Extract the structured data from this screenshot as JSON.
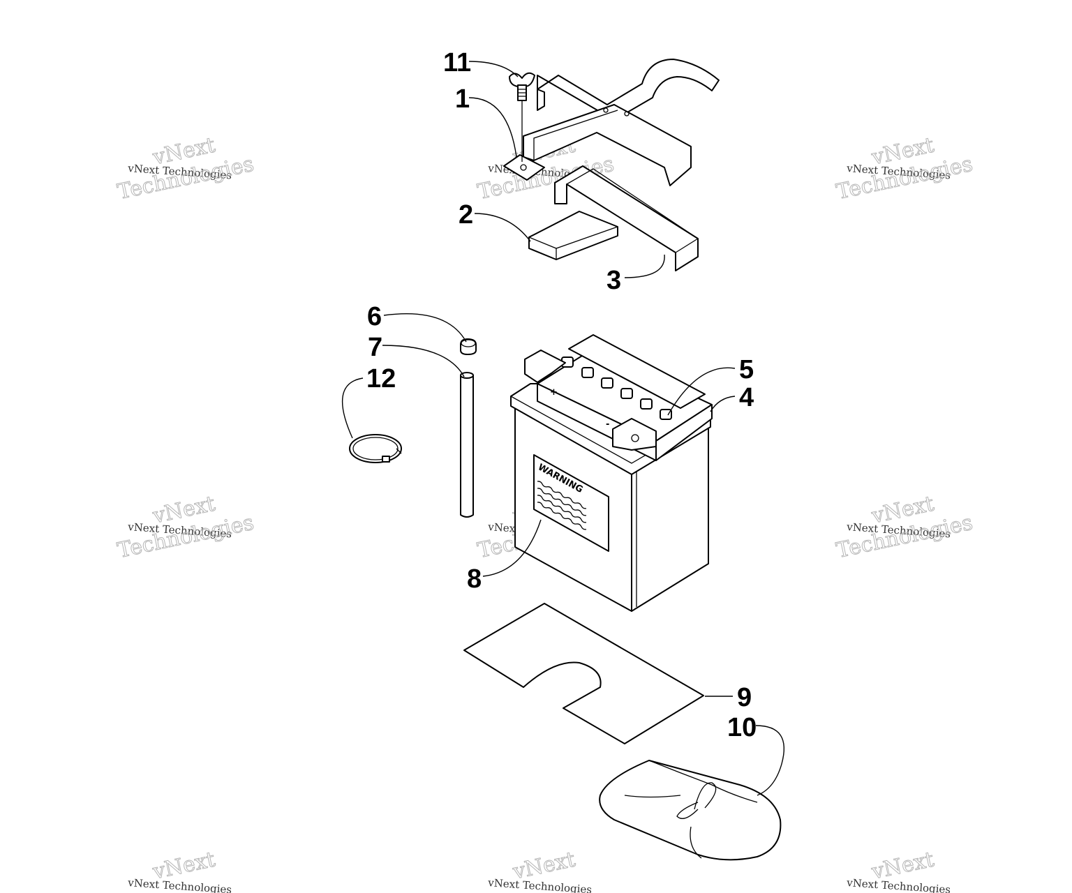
{
  "diagram": {
    "callouts": [
      {
        "id": "1",
        "label": "1"
      },
      {
        "id": "2",
        "label": "2"
      },
      {
        "id": "3",
        "label": "3"
      },
      {
        "id": "4",
        "label": "4"
      },
      {
        "id": "5",
        "label": "5"
      },
      {
        "id": "6",
        "label": "6"
      },
      {
        "id": "7",
        "label": "7"
      },
      {
        "id": "8",
        "label": "8"
      },
      {
        "id": "9",
        "label": "9"
      },
      {
        "id": "10",
        "label": "10"
      },
      {
        "id": "11",
        "label": "11"
      },
      {
        "id": "12",
        "label": "12"
      }
    ],
    "battery_label": {
      "title": "WARNING",
      "plus": "+",
      "minus": "-"
    },
    "watermark": {
      "small": "vNext Technologies",
      "big_top": "vNext",
      "big_bottom": "Technologies"
    },
    "colors": {
      "line": "#000000",
      "background": "#ffffff",
      "watermark": "#b5b5b5"
    }
  }
}
